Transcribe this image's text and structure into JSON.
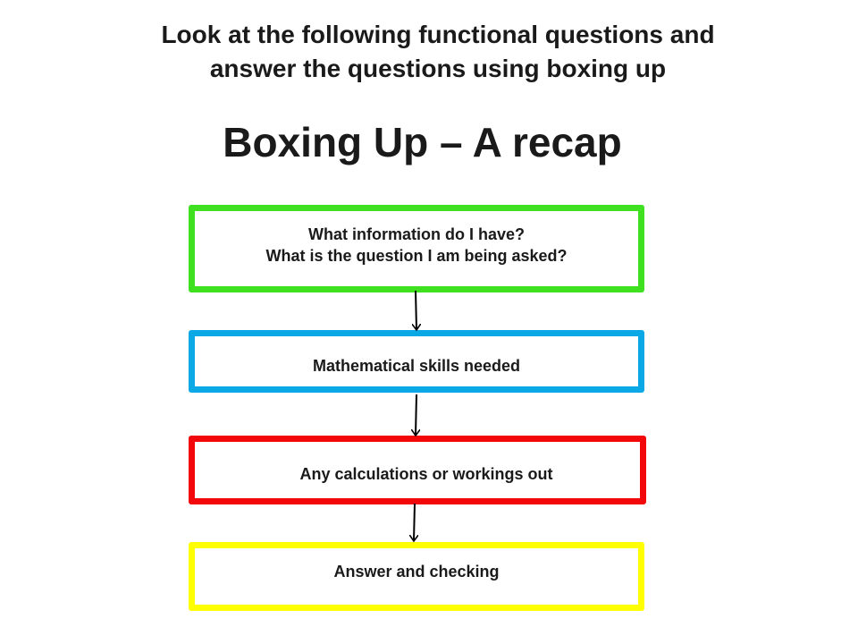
{
  "header": {
    "line1": "Look at the following functional questions and",
    "line2": "answer the questions using boxing up"
  },
  "title": "Boxing Up – A recap",
  "flow": {
    "step1": {
      "line1": "What information do I have?",
      "line2": "What is the question I am being asked?",
      "color": "#3ee01f"
    },
    "step2": {
      "text": "Mathematical skills needed",
      "color": "#0aa9e6"
    },
    "step3": {
      "text": "Any calculations or workings out",
      "color": "#f2070b"
    },
    "step4": {
      "text": "Answer and checking",
      "color": "#ffff00"
    }
  }
}
